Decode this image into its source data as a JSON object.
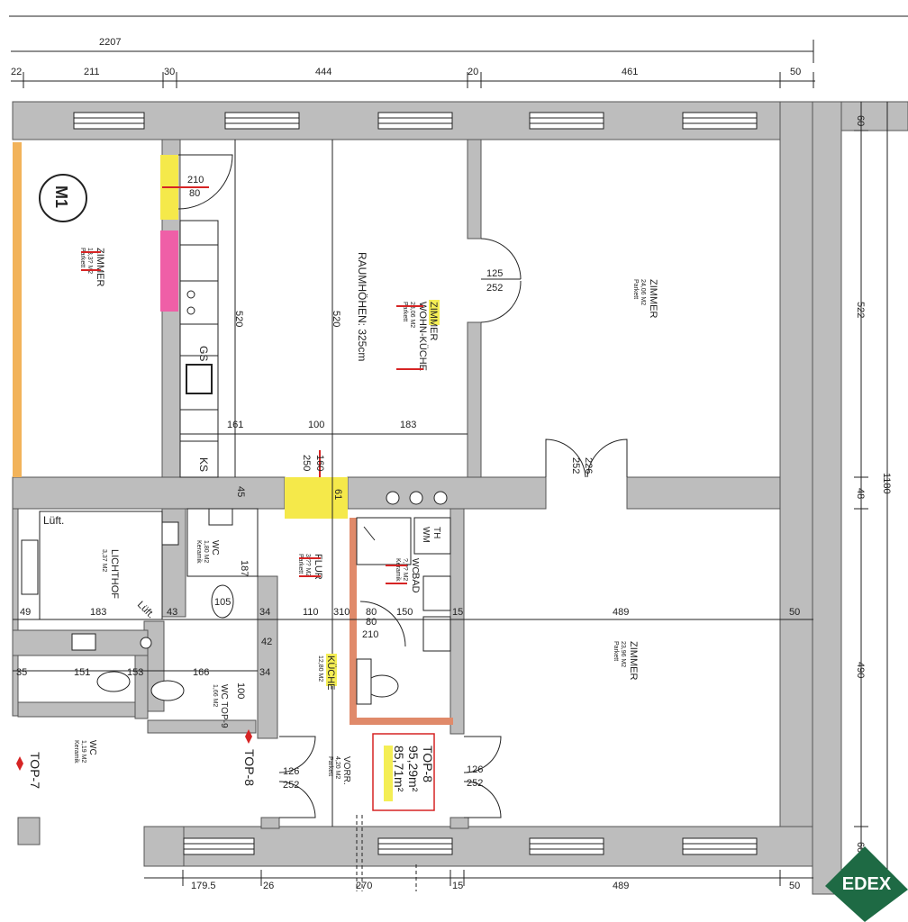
{
  "dimensions": {
    "top_total": "2207",
    "top_row": [
      "22",
      "211",
      "30",
      "444",
      "20",
      "461",
      "50"
    ],
    "bottom_row": [
      "179.5",
      "26",
      "270",
      "15",
      "489",
      "50"
    ],
    "right_col": [
      "60",
      "522",
      "48",
      "490",
      "60"
    ],
    "right_total": "1180",
    "mid_row": [
      "49",
      "183",
      "43",
      "34",
      "110",
      "310",
      "80",
      "150",
      "15",
      "489",
      "50"
    ],
    "internal": {
      "d520a": "520",
      "d520b": "520",
      "d161": "161",
      "d100a": "100",
      "d183a": "183",
      "d45": "45",
      "d61": "61",
      "d187": "187",
      "d42": "42",
      "d34b": "34",
      "d100b": "100",
      "d35": "35",
      "d151": "151",
      "d153": "153",
      "d166": "166"
    }
  },
  "doors": {
    "d210_80_a": "210",
    "d210_80_b": "80",
    "d125": "125",
    "d252a": "252",
    "d226": "226",
    "d252b": "252",
    "d250": "250",
    "d160": "160",
    "d105": "105",
    "d210_80_c": "210",
    "d126a": "126",
    "d252c": "252",
    "d126b": "126",
    "d252d": "252"
  },
  "marker": "M1",
  "ceiling_note": "RAUMHÖHEN: 325cm",
  "rooms": {
    "zimmer_left": {
      "name": "ZIMMER",
      "area": "13,3? M2",
      "floor": "Parkett"
    },
    "wohnkueche": {
      "name": "WOHN-KÜCHE",
      "area": "23,06 M2",
      "floor": "Parkett",
      "sub": "ZIMMER"
    },
    "zimmer_right_top": {
      "name": "ZIMMER",
      "area": "24,06 M2",
      "floor": "Parkett"
    },
    "zimmer_right_bottom": {
      "name": "ZIMMER",
      "area": "23,96 M2",
      "floor": "Parkett"
    },
    "lichthof": {
      "name": "LICHTHOF",
      "area": "3,37 M2"
    },
    "wc1": {
      "name": "WC",
      "area": "1,80 M2",
      "floor": "Keramik"
    },
    "flur": {
      "name": "FLUR",
      "area": "3,?? M2",
      "floor": "Parkett"
    },
    "bad": {
      "name": "BAD",
      "area": "?,?? M2",
      "floor": "Keramik",
      "sub": "WC"
    },
    "kueche": {
      "name": "KÜCHE",
      "area": "12,80 M2"
    },
    "wc_top9": {
      "name": "WC TOP-9",
      "area": "1,66 M2"
    },
    "wc_top7": {
      "name": "WC",
      "area": "1,19 M2",
      "floor": "Keramik"
    },
    "vorraum": {
      "name": "VORR.",
      "area": "4,20 M2",
      "floor": "Parkett"
    }
  },
  "labels": {
    "lueft_a": "Lüft.",
    "lueft_b": "Lüft.",
    "gs": "GS",
    "ks": "KS",
    "th": "TH",
    "wm": "WM",
    "top7": "TOP-7",
    "top8": "TOP-8"
  },
  "summary": {
    "unit": "TOP-8",
    "area1": "95,29m²",
    "area2": "85,71m²"
  },
  "logo": "EDEX",
  "colors": {
    "wall": "#bdbdbd",
    "yellow_fill": "#f5e94a",
    "pink_fill": "#ef5fa7",
    "orange_strip": "#f2b35a",
    "red_mark": "#d62424",
    "logo_green": "#1e6a44",
    "highlight": "#f4ee55"
  }
}
